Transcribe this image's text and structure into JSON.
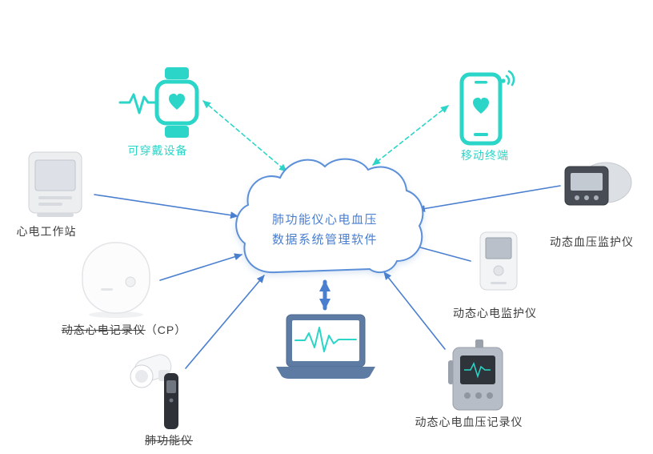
{
  "colors": {
    "teal": "#2BD5C8",
    "blue": "#4A7FD0",
    "cloud_border": "#5B8FD9",
    "cloud_text": "#4A7FD0",
    "label": "#3F3F3F"
  },
  "cloud": {
    "line1": "肺功能仪心电血压",
    "line2": "数据系统管理软件"
  },
  "nodes": {
    "wearable": {
      "label": "可穿戴设备",
      "icon": "smartwatch-heart-icon"
    },
    "mobile": {
      "label": "移动终端",
      "icon": "smartphone-heart-icon"
    },
    "workstation": {
      "label": "心电工作站",
      "icon": "ecg-workstation-device"
    },
    "cp_recorder": {
      "label": "动态心电记录仪",
      "label_suffix": "（CP）",
      "icon": "holter-recorder-device"
    },
    "spirometer": {
      "label": "肺功能仪",
      "icon": "spirometer-device"
    },
    "bp_monitor": {
      "label": "动态血压监护仪",
      "icon": "bp-monitor-device"
    },
    "ecg_monitor": {
      "label": "动态心电监护仪",
      "icon": "ecg-monitor-device"
    },
    "ecg_bp_recorder": {
      "label": "动态心电血压记录仪",
      "icon": "ecg-bp-recorder-device"
    },
    "client": {
      "label": "",
      "icon": "laptop-ecg-icon"
    }
  }
}
